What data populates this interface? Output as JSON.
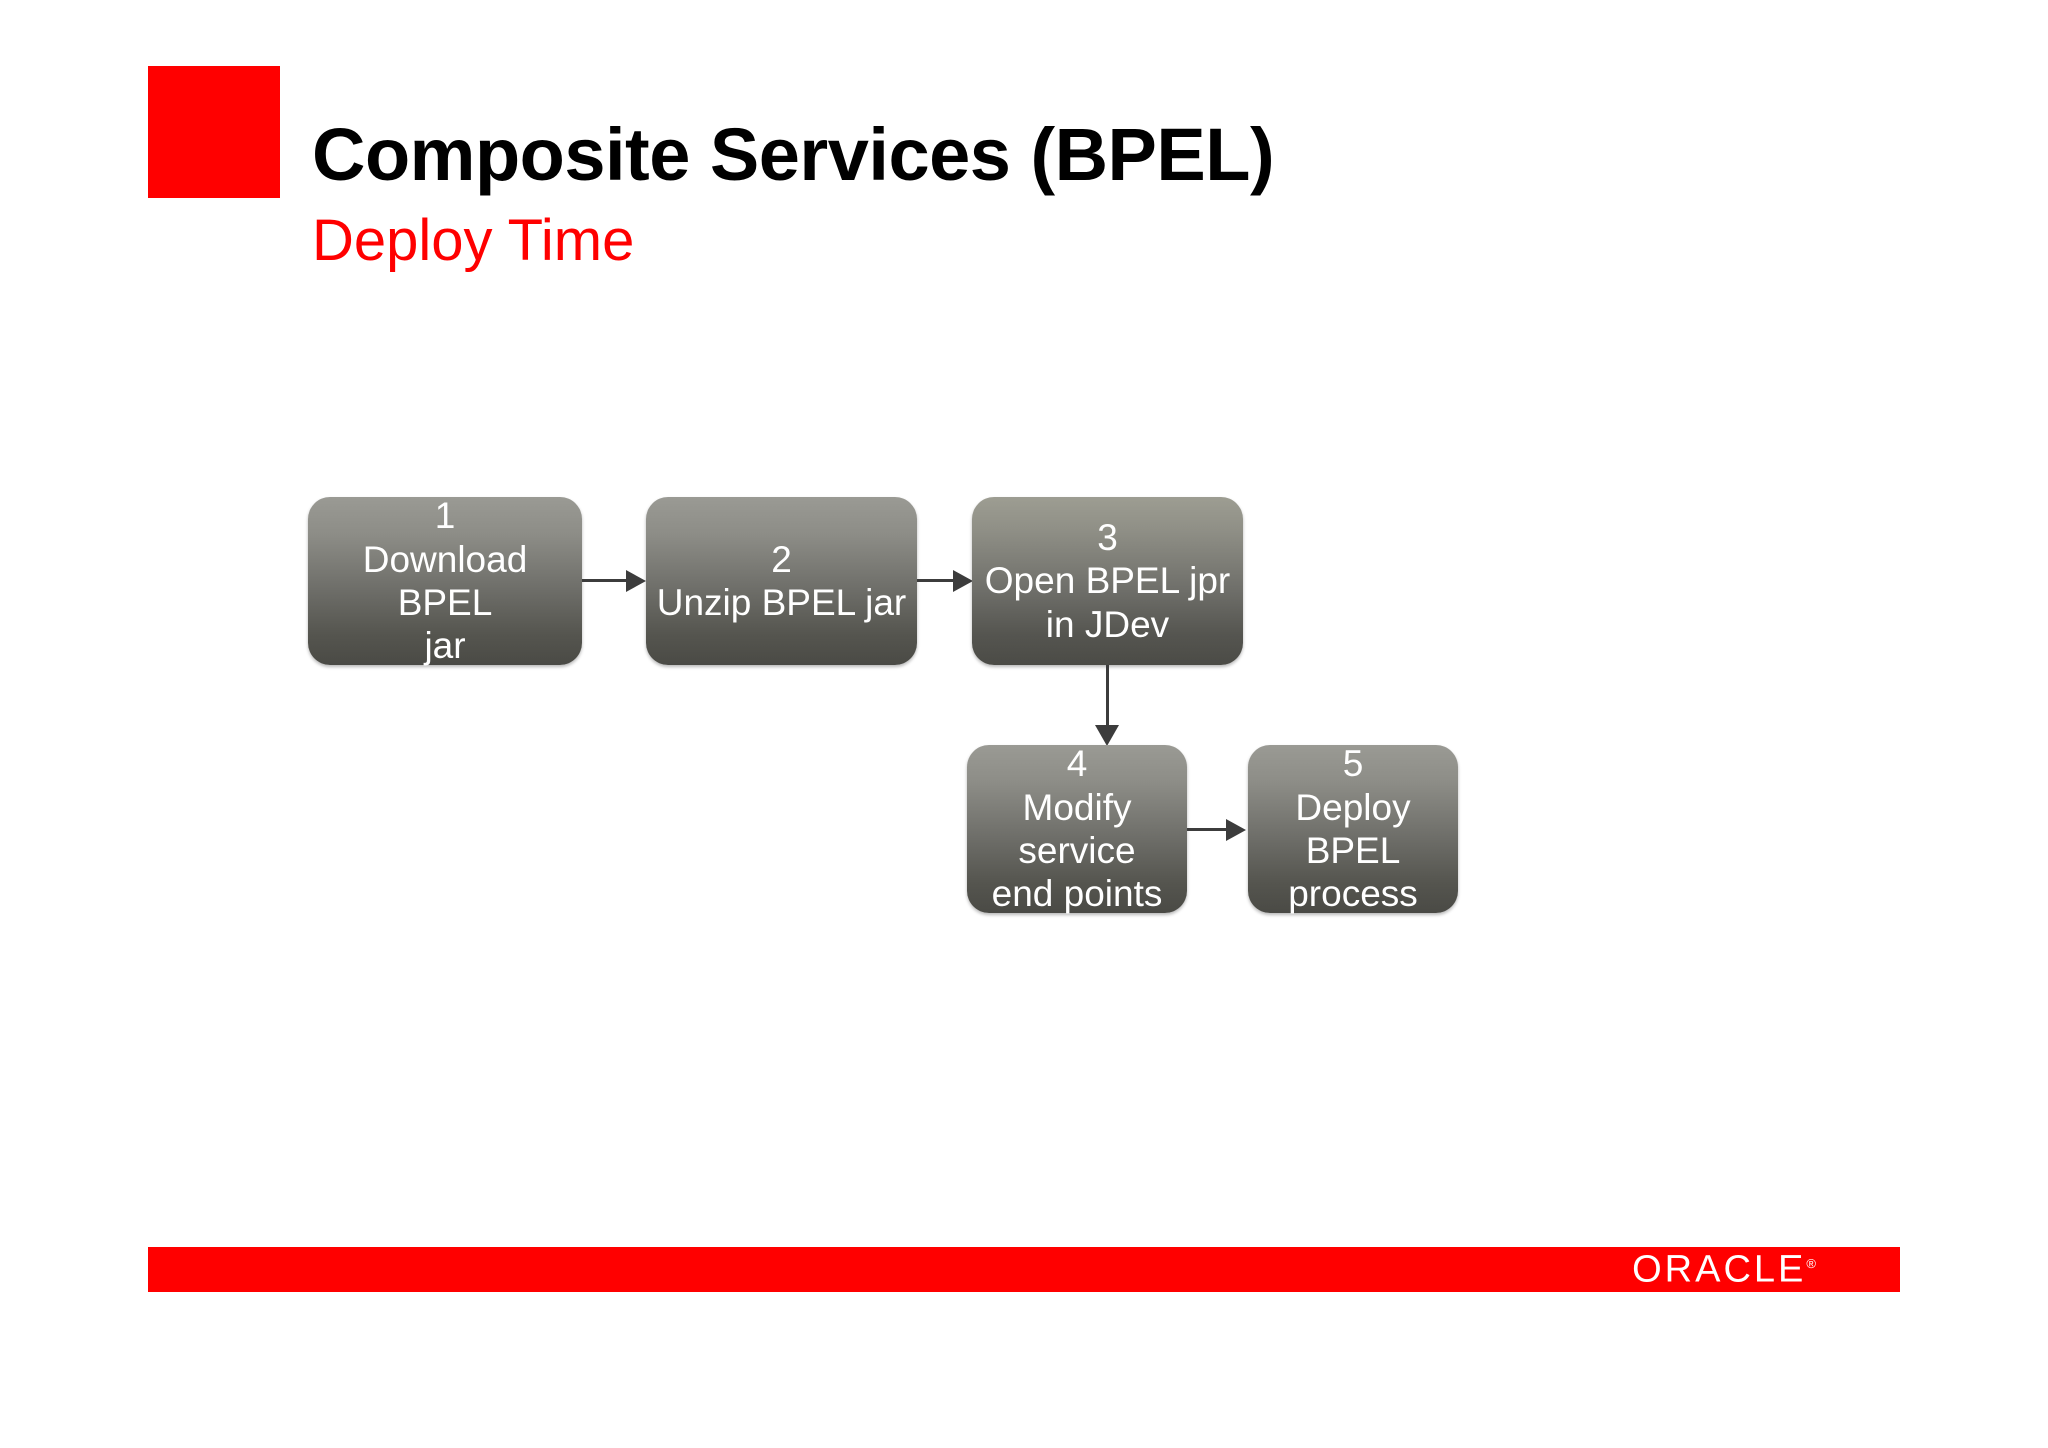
{
  "slide": {
    "title": "Composite Services (BPEL)",
    "subtitle": "Deploy Time",
    "accent_color": "#ff0000",
    "background_color": "#ffffff"
  },
  "diagram": {
    "type": "flowchart",
    "box_text_color": "#ffffff",
    "connector_color": "#3c3c3c",
    "steps": [
      {
        "number": "1",
        "label": "Download BPEL jar"
      },
      {
        "number": "2",
        "label": "Unzip BPEL jar"
      },
      {
        "number": "3",
        "label": "Open BPEL jpr in JDev"
      },
      {
        "number": "4",
        "label": "Modify service end points"
      },
      {
        "number": "5",
        "label": "Deploy BPEL process"
      }
    ],
    "step_lines": {
      "one": [
        "Download BPEL",
        "jar"
      ],
      "two": [
        "Unzip BPEL jar"
      ],
      "three": [
        "Open BPEL jpr",
        "in JDev"
      ],
      "four": [
        "Modify service",
        "end points"
      ],
      "five": [
        "Deploy BPEL",
        "process"
      ]
    },
    "connections": [
      "1 -> 2",
      "2 -> 3",
      "3 -> 4",
      "4 -> 5"
    ]
  },
  "footer": {
    "brand": "ORACLE",
    "registered_mark": "®",
    "bar_color": "#ff0000"
  }
}
